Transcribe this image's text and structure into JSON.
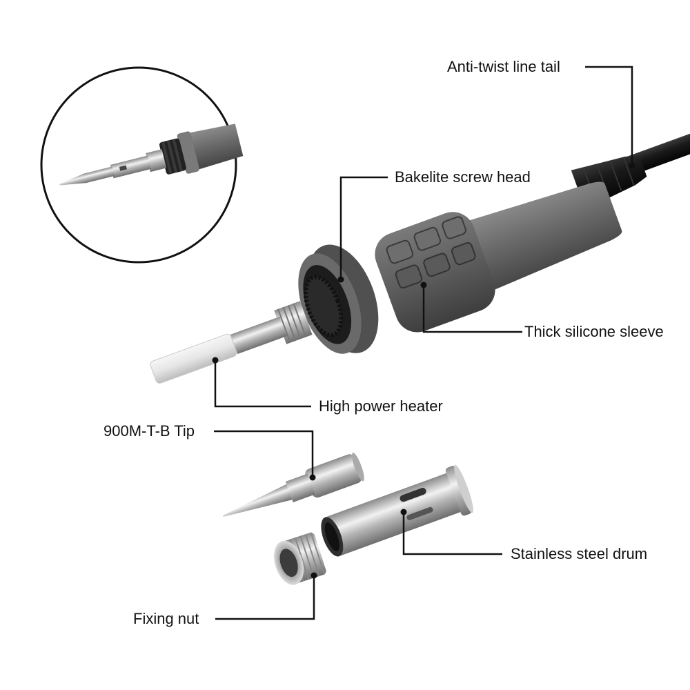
{
  "callouts": {
    "anti_twist_tail": "Anti-twist line tail",
    "bakelite_head": "Bakelite screw head",
    "silicone_sleeve": "Thick silicone sleeve",
    "heater": "High power heater",
    "tip": "900M-T-B Tip",
    "drum": "Stainless steel drum",
    "nut": "Fixing nut"
  },
  "colors": {
    "background": "#ffffff",
    "text": "#111111",
    "leader_line": "#111111",
    "handle_gray": "#6a6a6a",
    "cable_black": "#1a1a1a",
    "metal": "#b8b8b8"
  }
}
